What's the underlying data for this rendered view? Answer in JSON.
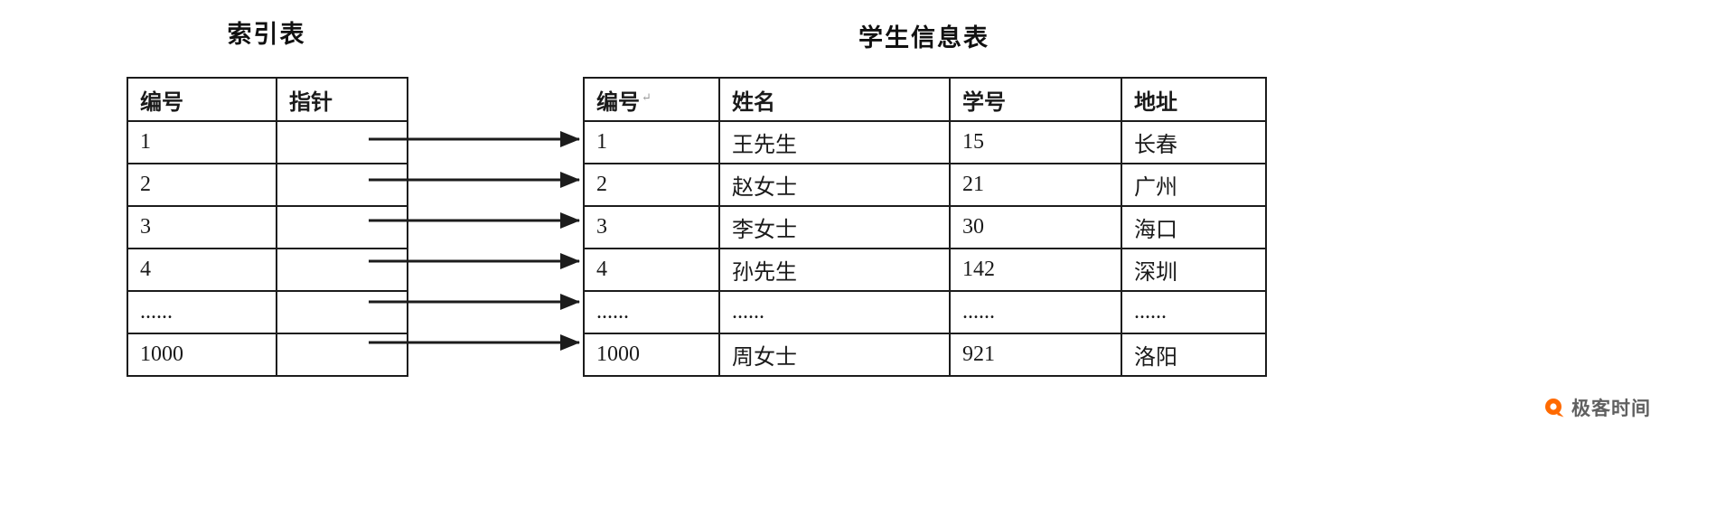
{
  "index_table": {
    "title": "索引表",
    "headers": [
      "编号",
      "指针"
    ],
    "rows": [
      {
        "id": "1",
        "pointer": ""
      },
      {
        "id": "2",
        "pointer": ""
      },
      {
        "id": "3",
        "pointer": ""
      },
      {
        "id": "4",
        "pointer": ""
      },
      {
        "id": "......",
        "pointer": ""
      },
      {
        "id": "1000",
        "pointer": ""
      }
    ]
  },
  "student_table": {
    "title": "学生信息表",
    "headers": [
      "编号",
      "姓名",
      "学号",
      "地址"
    ],
    "header_mark": "↵",
    "rows": [
      [
        "1",
        "王先生",
        "15",
        "长春"
      ],
      [
        "2",
        "赵女士",
        "21",
        "广州"
      ],
      [
        "3",
        "李女士",
        "30",
        "海口"
      ],
      [
        "4",
        "孙先生",
        "142",
        "深圳"
      ],
      [
        "......",
        "......",
        "......",
        "......"
      ],
      [
        "1000",
        "周女士",
        "921",
        "洛阳"
      ]
    ]
  },
  "arrows": {
    "count": 6,
    "color": "#1c1c1c"
  },
  "logo": {
    "text": "极客时间",
    "color": "#FF6A00"
  }
}
